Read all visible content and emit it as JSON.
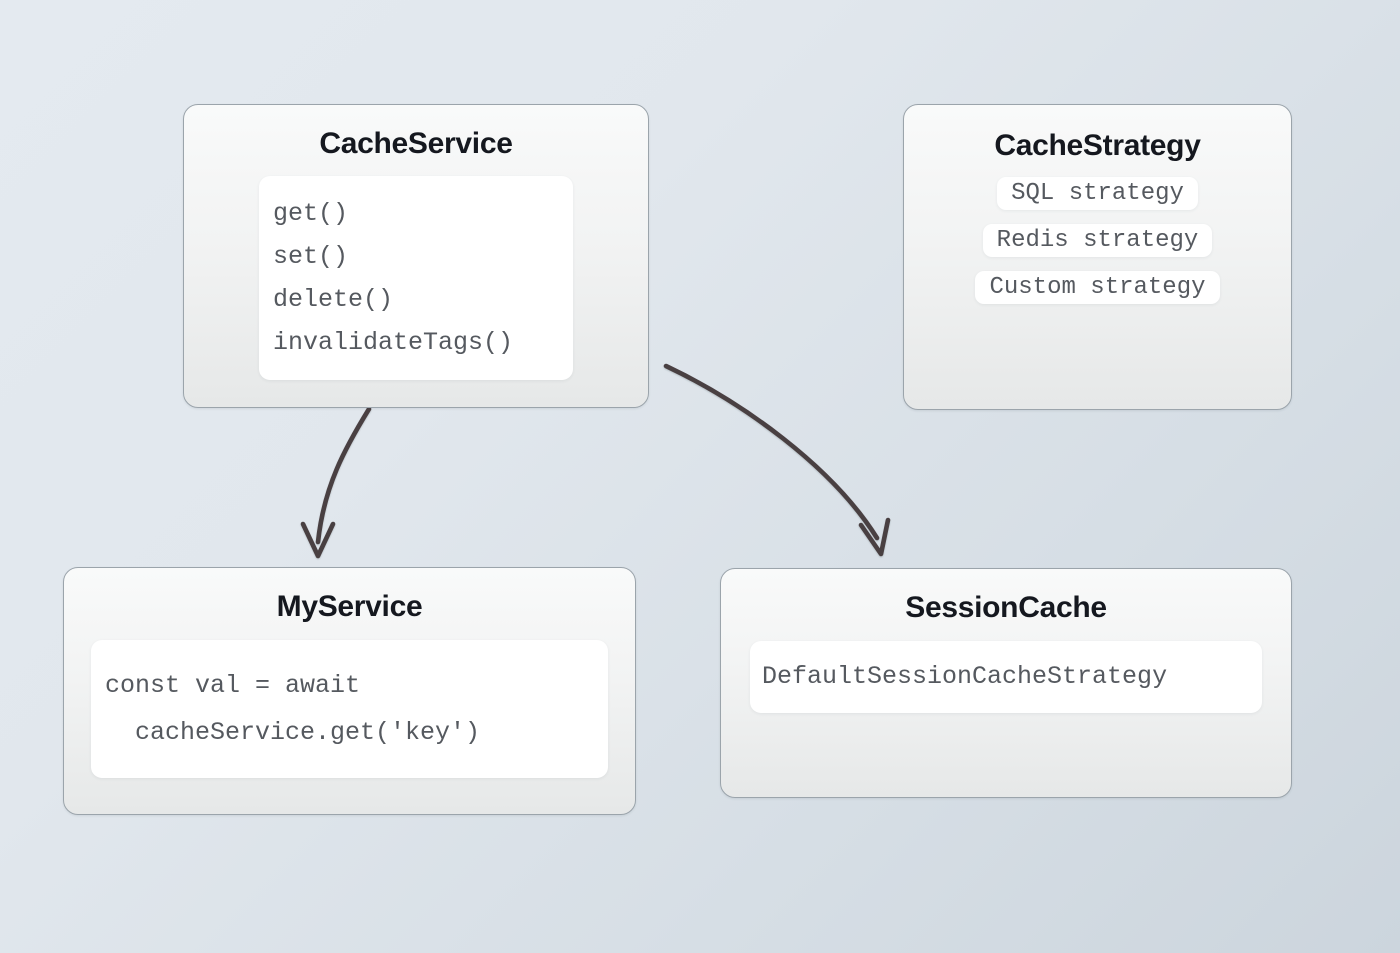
{
  "diagram": {
    "title": "CacheService architecture diagram",
    "background": {
      "from": "#e4eaf0",
      "to": "#ccd5dd"
    },
    "edge_color": "#4a3f42",
    "node_border_color": "#9ba4ab",
    "title_color": "#15181f",
    "code_color": "#55595f"
  },
  "nodes": {
    "cache_service": {
      "title": "CacheService",
      "methods": [
        "get()",
        "set()",
        "delete()",
        "invalidateTags()"
      ]
    },
    "cache_strategy": {
      "title": "CacheStrategy",
      "strategies": [
        "SQL strategy",
        "Redis strategy",
        "Custom strategy"
      ]
    },
    "my_service": {
      "title": "MyService",
      "code_lines": [
        "const val = await",
        "  cacheService.get('key')"
      ]
    },
    "session_cache": {
      "title": "SessionCache",
      "code_lines": [
        "DefaultSessionCacheStrategy"
      ]
    }
  },
  "edges": [
    {
      "name": "cacheservice-to-cachestrategy",
      "from": "cache_service",
      "to": "cache_strategy",
      "style": "line",
      "arrow": false
    },
    {
      "name": "cacheservice-to-myservice",
      "from": "cache_service",
      "to": "my_service",
      "style": "curve",
      "arrow": true
    },
    {
      "name": "cacheservice-to-sessioncache",
      "from": "cache_service",
      "to": "session_cache",
      "style": "curve",
      "arrow": true
    }
  ]
}
